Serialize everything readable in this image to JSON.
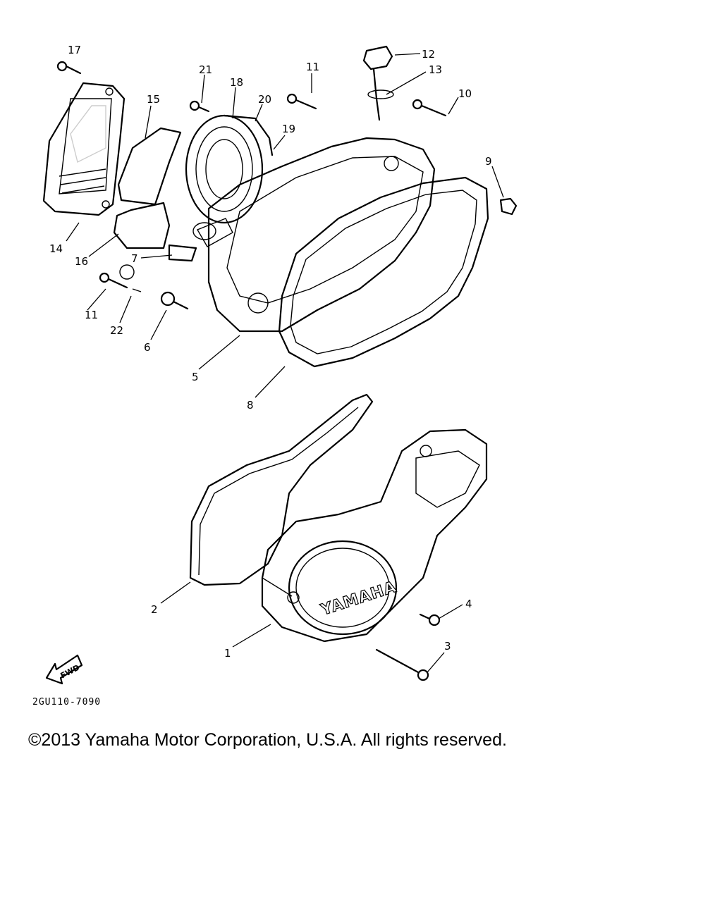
{
  "diagram": {
    "part_numbers": [
      "1",
      "2",
      "3",
      "4",
      "5",
      "6",
      "7",
      "8",
      "9",
      "10",
      "11",
      "11",
      "12",
      "13",
      "14",
      "15",
      "16",
      "17",
      "18",
      "19",
      "20",
      "21",
      "22"
    ],
    "cover_brand": "YAMAHA",
    "fwd_label": "FWD",
    "diagram_code": "2GU110-7090"
  },
  "footer": {
    "copyright": "©2013 Yamaha Motor Corporation, U.S.A. All rights reserved."
  }
}
